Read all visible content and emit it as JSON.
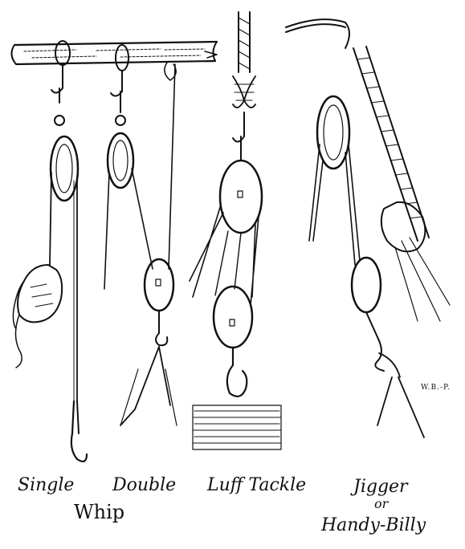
{
  "figure": {
    "signature": "W.B.-P.",
    "captions": {
      "single": "Single",
      "double": "Double",
      "whip": "Whip",
      "luff_tackle": "Luff Tackle",
      "jigger": "Jigger",
      "or": "or",
      "handy_billy": "Handy-Billy"
    }
  }
}
